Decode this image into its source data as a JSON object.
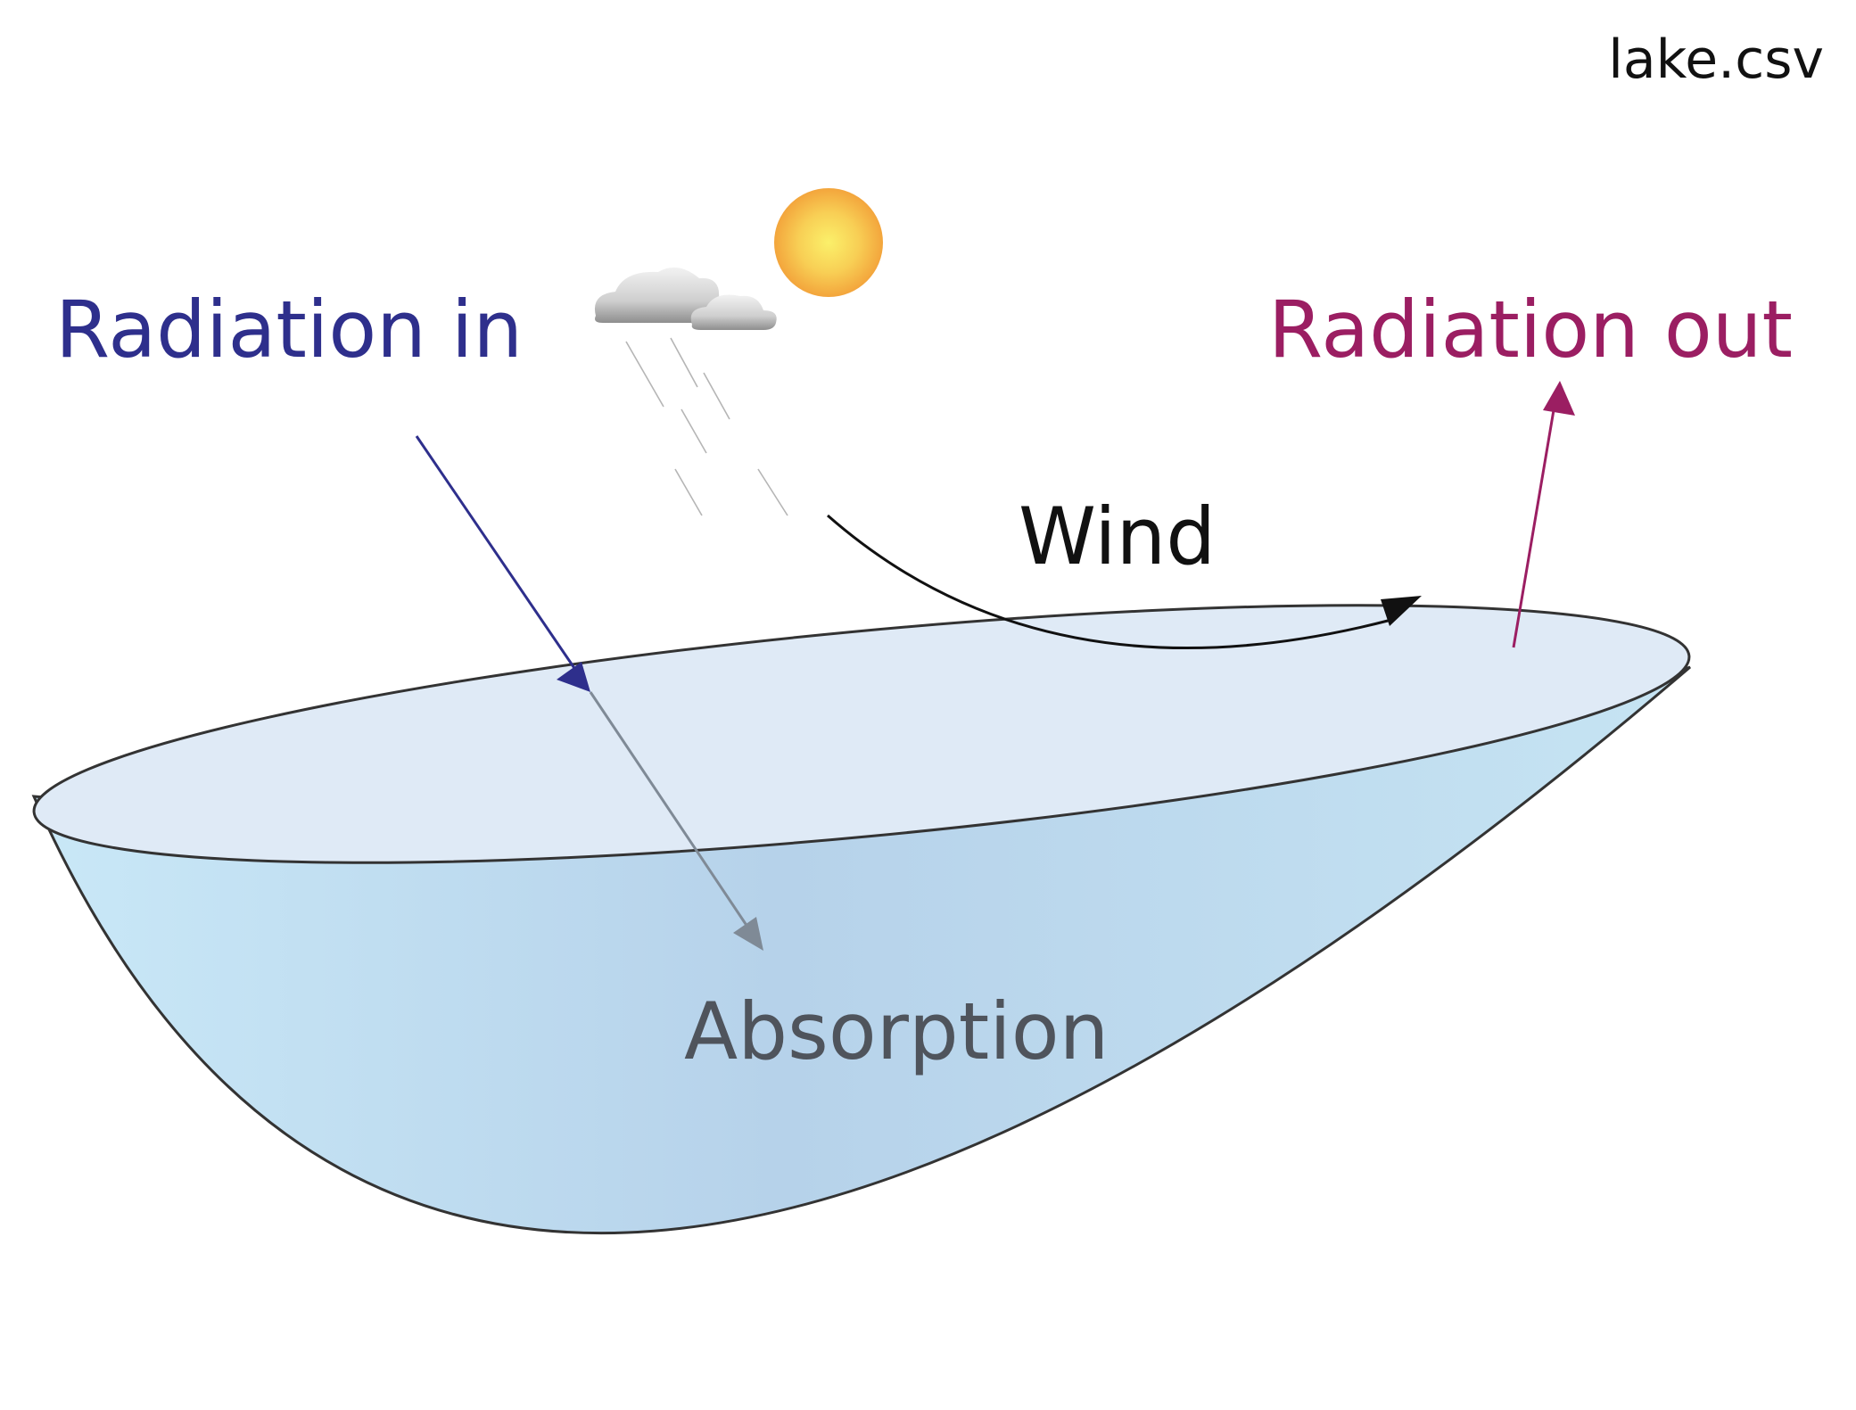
{
  "file_label": "lake.csv",
  "labels": {
    "radiation_in": "Radiation in",
    "radiation_out": "Radiation out",
    "wind": "Wind",
    "absorption": "Absorption"
  },
  "icons": {
    "sun": "sun-icon",
    "cloud": "cloud-icon",
    "rain": "rain-streaks"
  },
  "colors": {
    "radiation_in": "#2e2f8c",
    "radiation_out": "#9b1e62",
    "wind": "#111111",
    "absorption": "#4f545c",
    "absorption_arrow": "#7f8a96",
    "water_surface": "#dfeaf6",
    "water_body_edge": "#c7e6f6",
    "water_body_mid": "#b5d1ea",
    "outline": "#333333",
    "sun_core": "#fbe35a",
    "sun_edge": "#f4a93e"
  }
}
